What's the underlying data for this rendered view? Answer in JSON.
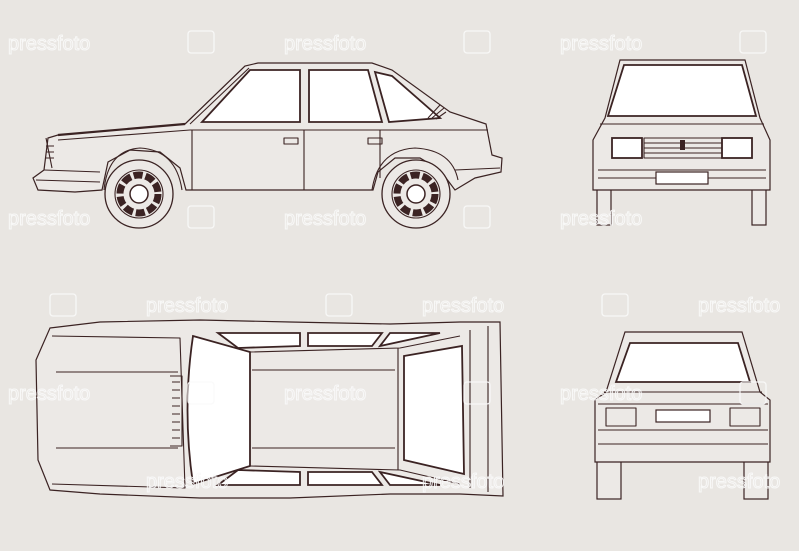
{
  "watermark": {
    "text": "pressfoto"
  },
  "drawing": {
    "views": [
      "side",
      "front",
      "top",
      "rear"
    ],
    "colors": {
      "background": "#e9e6e2",
      "line": "#3b2323",
      "glass": "#ffffff"
    }
  }
}
